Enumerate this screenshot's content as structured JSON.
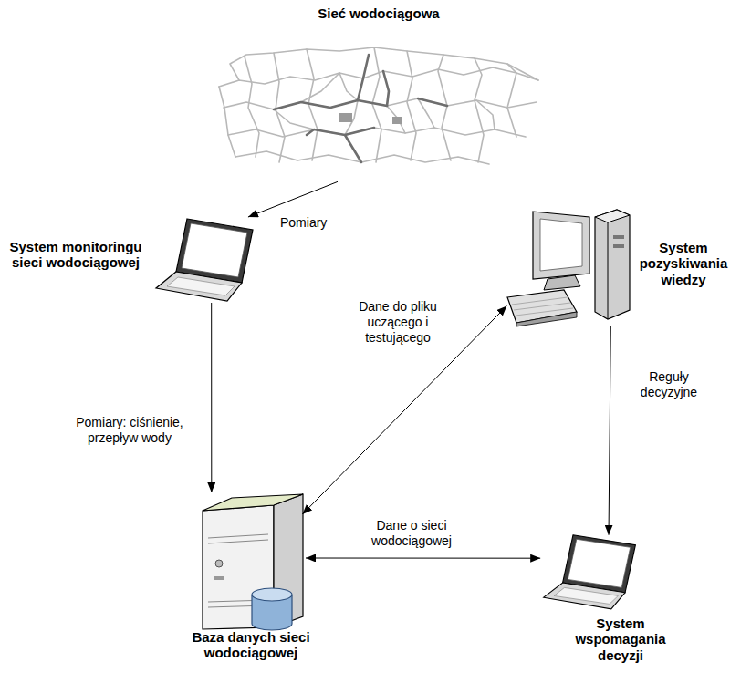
{
  "diagram": {
    "nodes": [
      {
        "text": [
          "Sieć wodociągowa"
        ]
      },
      {
        "text": [
          "System monitoringu sieci wodociągowej"
        ]
      },
      {
        "text": [
          "System pozyskiwania wiedzy"
        ]
      },
      {
        "text": [
          "Baza danych sieci wodociągowej"
        ]
      },
      {
        "text": [
          "System wspomagania decyzji"
        ]
      }
    ],
    "edges": [
      {
        "from": 0,
        "to": 1,
        "arrow": "to",
        "label": "Pomiary"
      },
      {
        "from": 1,
        "to": 3,
        "arrow": "to",
        "label": "Pomiary: ciśnienie, przepływ wody"
      },
      {
        "from": 2,
        "to": 3,
        "arrow": "both",
        "label": "Dane do pliku uczącego i testującego"
      },
      {
        "from": 2,
        "to": 4,
        "arrow": "to",
        "label": "Reguły decyzyjne"
      },
      {
        "from": 3,
        "to": 4,
        "arrow": "both",
        "label": "Dane o sieci wodociągowej"
      }
    ]
  }
}
